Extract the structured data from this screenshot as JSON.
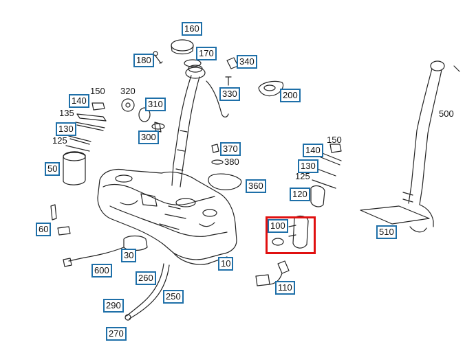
{
  "diagram": {
    "highlight_color": "#e01010",
    "label_border_color": "#1e6fa8",
    "boxed_labels": [
      "160",
      "170",
      "180",
      "340",
      "330",
      "200",
      "140",
      "310",
      "130",
      "300",
      "50",
      "370",
      "140",
      "130",
      "120",
      "360",
      "60",
      "100",
      "30",
      "600",
      "10",
      "260",
      "250",
      "110",
      "290",
      "270",
      "510"
    ],
    "plain_labels": [
      "150",
      "320",
      "135",
      "125",
      "150",
      "380",
      "125",
      "500"
    ],
    "highlighted_part": "100"
  }
}
